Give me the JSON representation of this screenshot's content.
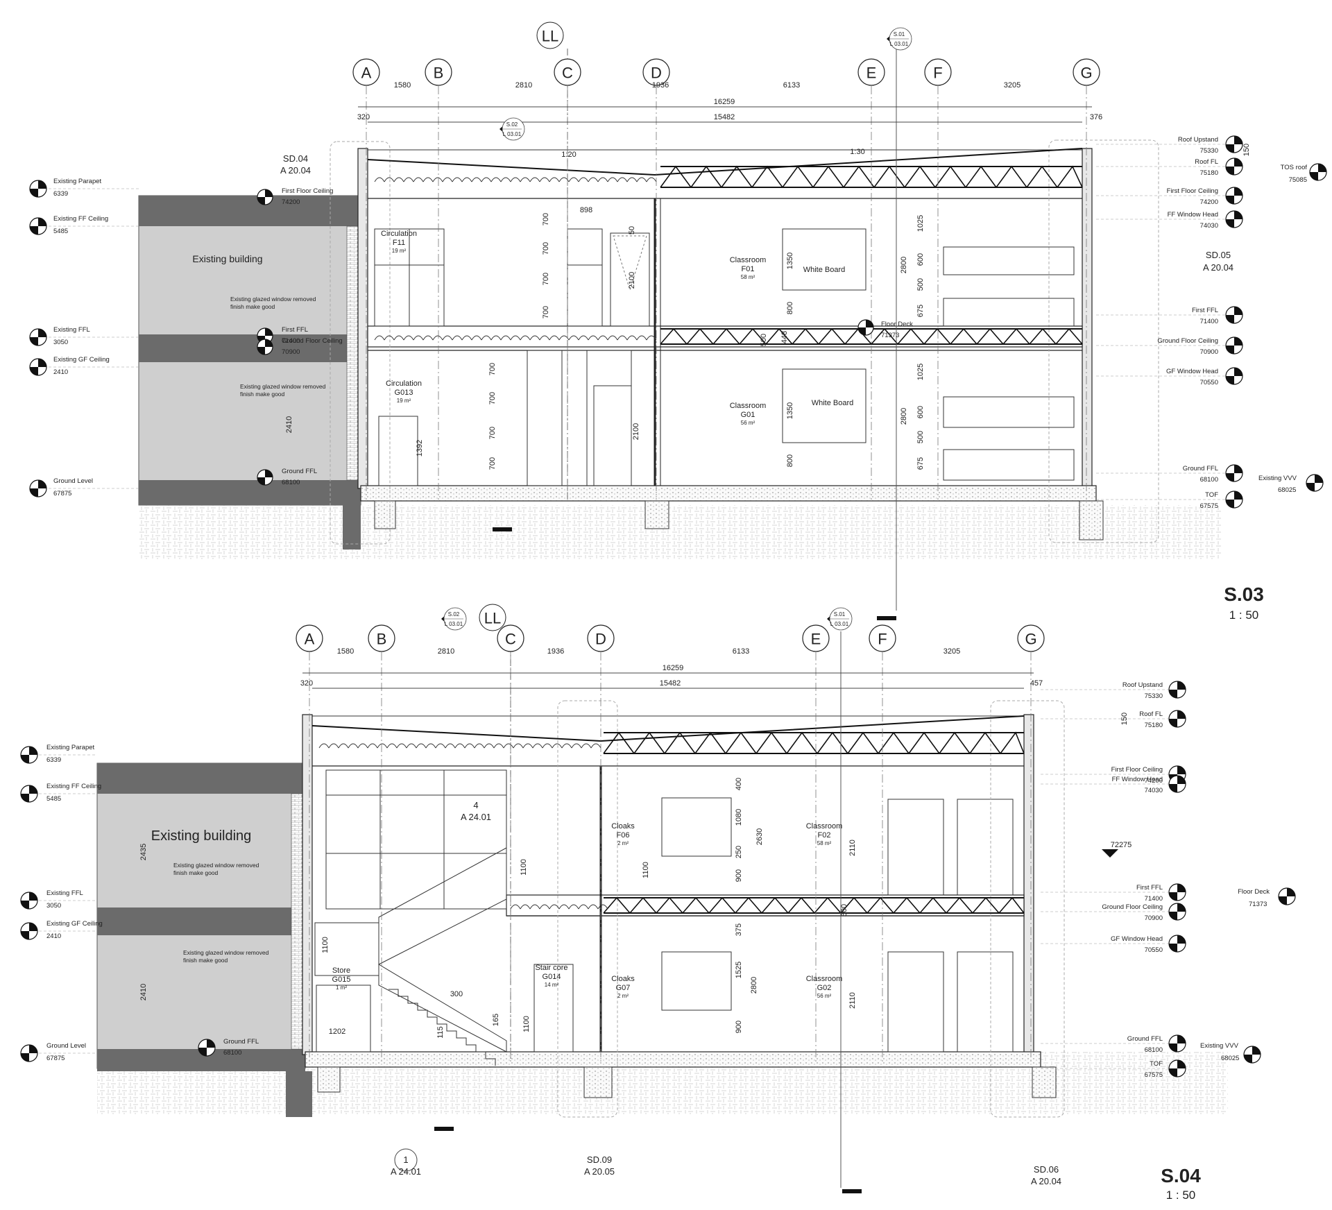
{
  "drawings": [
    {
      "id": "s03",
      "title": "S.03",
      "scale": "1 : 50",
      "grid_top_label": "LL",
      "gridlines": [
        "A",
        "B",
        "C",
        "D",
        "E",
        "F",
        "G"
      ],
      "grid_spacing": [
        "1580",
        "2810",
        "1936",
        "6133",
        "3205"
      ],
      "overall_dims": {
        "total": "16259",
        "inner": "15482",
        "left": "320",
        "right": "376"
      },
      "section_markers": [
        {
          "line1": "S.01",
          "line2": "L 03.01"
        },
        {
          "line1": "S.02",
          "line2": "L 03.01"
        }
      ],
      "detail_refs": [
        {
          "line1": "SD.04",
          "line2": "A 20.04"
        },
        {
          "line1": "SD.05",
          "line2": "A 20.04"
        }
      ],
      "roof_falls": [
        "1:20",
        "1:30"
      ],
      "existing_building": "Existing building",
      "notes": [
        "Existing glazed window removed",
        "finish make good"
      ],
      "left_levels": [
        {
          "name": "Existing Parapet",
          "value": "6339"
        },
        {
          "name": "Existing FF Ceiling",
          "value": "5485"
        },
        {
          "name": "Existing FFL",
          "value": "3050"
        },
        {
          "name": "Existing GF Ceiling",
          "value": "2410"
        },
        {
          "name": "Ground Level",
          "value": "67875"
        }
      ],
      "inner_levels": [
        {
          "name": "First Floor Ceiling",
          "value": "74200"
        },
        {
          "name": "First FFL",
          "value": "71400"
        },
        {
          "name": "Ground Floor Ceiling",
          "value": "70900"
        },
        {
          "name": "Ground FFL",
          "value": "68100"
        }
      ],
      "right_levels": [
        {
          "name": "Roof Upstand",
          "value": "75330"
        },
        {
          "name": "Roof FL",
          "value": "75180"
        },
        {
          "name": "First Floor Ceiling",
          "value": "74200"
        },
        {
          "name": "FF Window Head",
          "value": "74030"
        },
        {
          "name": "First FFL",
          "value": "71400"
        },
        {
          "name": "Ground Floor Ceiling",
          "value": "70900"
        },
        {
          "name": "GF Window Head",
          "value": "70550"
        },
        {
          "name": "Ground FFL",
          "value": "68100"
        },
        {
          "name": "TOF",
          "value": "67575"
        }
      ],
      "extra_levels": [
        {
          "name": "TOS roof",
          "value": "75085"
        },
        {
          "name": "Existing VVV",
          "value": "68025"
        },
        {
          "name": "Floor Deck",
          "value": "71373"
        }
      ],
      "rooms": [
        {
          "name": "Circulation",
          "code": "F11",
          "area": "19 m²"
        },
        {
          "name": "Classroom",
          "code": "F01",
          "area": "58 m²"
        },
        {
          "name": "Circulation",
          "code": "G013",
          "area": "19 m²"
        },
        {
          "name": "Classroom",
          "code": "G01",
          "area": "56 m²"
        }
      ],
      "whiteboard": "White Board",
      "vertical_dims": [
        "700",
        "700",
        "700",
        "700",
        "898",
        "50",
        "2100",
        "1350",
        "800",
        "2800",
        "1025",
        "600",
        "500",
        "675",
        "500",
        "448",
        "700",
        "700",
        "700",
        "700",
        "1392",
        "2100",
        "1350",
        "800",
        "2800",
        "1025",
        "600",
        "500",
        "675",
        "2410",
        "150"
      ]
    },
    {
      "id": "s04",
      "title": "S.04",
      "scale": "1 : 50",
      "grid_top_label": "LL",
      "gridlines": [
        "A",
        "B",
        "C",
        "D",
        "E",
        "F",
        "G"
      ],
      "grid_spacing": [
        "1580",
        "2810",
        "1936",
        "6133",
        "3205"
      ],
      "overall_dims": {
        "total": "16259",
        "inner": "15482",
        "left": "320",
        "right": "457"
      },
      "section_markers": [
        {
          "line1": "S.02",
          "line2": "L 03.01"
        },
        {
          "line1": "S.01",
          "line2": "L 03.01"
        }
      ],
      "existing_building": "Existing building",
      "notes": [
        "Existing glazed window removed",
        "finish make good"
      ],
      "left_levels": [
        {
          "name": "Existing Parapet",
          "value": "6339"
        },
        {
          "name": "Existing FF Ceiling",
          "value": "5485"
        },
        {
          "name": "Existing FFL",
          "value": "3050"
        },
        {
          "name": "Existing GF Ceiling",
          "value": "2410"
        },
        {
          "name": "Ground Level",
          "value": "67875"
        }
      ],
      "inner_levels": [
        {
          "name": "Ground FFL",
          "value": "68100"
        }
      ],
      "right_levels": [
        {
          "name": "Roof Upstand",
          "value": "75330"
        },
        {
          "name": "Roof FL",
          "value": "75180"
        },
        {
          "name": "First Floor Ceiling",
          "value": "74200"
        },
        {
          "name": "FF Window Head",
          "value": "74030"
        },
        {
          "name": "First FFL",
          "value": "71400"
        },
        {
          "name": "Ground Floor Ceiling",
          "value": "70900"
        },
        {
          "name": "GF Window Head",
          "value": "70550"
        },
        {
          "name": "Ground FFL",
          "value": "68100"
        },
        {
          "name": "TOF",
          "value": "67575"
        }
      ],
      "extra_levels": [
        {
          "name": "Floor Deck",
          "value": "71373"
        },
        {
          "name": "Existing VVV",
          "value": "68025"
        }
      ],
      "marker_72275": "72275",
      "rooms": [
        {
          "name": "Cloaks",
          "code": "F06",
          "area": "2 m²"
        },
        {
          "name": "Classroom",
          "code": "F02",
          "area": "58 m²"
        },
        {
          "name": "Stair core",
          "code": "G014",
          "area": "14 m²"
        },
        {
          "name": "Cloaks",
          "code": "G07",
          "area": "2 m²"
        },
        {
          "name": "Classroom",
          "code": "G02",
          "area": "56 m²"
        },
        {
          "name": "Store",
          "code": "G015",
          "area": "1 m²"
        }
      ],
      "stair_ref": {
        "line1": "4",
        "line2": "A 24.01"
      },
      "vertical_dims": [
        "2435",
        "1100",
        "1100",
        "1100",
        "400",
        "1080",
        "250",
        "900",
        "2630",
        "2110",
        "500",
        "375",
        "1525",
        "2800",
        "900",
        "2110",
        "1100",
        "300",
        "165",
        "115",
        "1202",
        "2410",
        "150"
      ],
      "bottom_refs": [
        {
          "line1": "1",
          "line2": "A 24.01"
        },
        {
          "line1": "SD.09",
          "line2": "A 20.05"
        },
        {
          "line1": "SD.06",
          "line2": "A 20.04"
        }
      ]
    }
  ]
}
